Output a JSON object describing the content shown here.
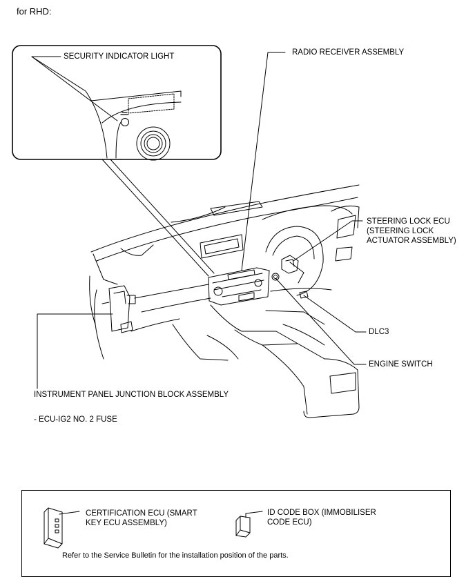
{
  "heading": "for RHD:",
  "callouts": {
    "security_indicator": "SECURITY INDICATOR LIGHT",
    "radio_receiver": "RADIO RECEIVER ASSEMBLY",
    "steering_lock": "STEERING LOCK ECU\n(STEERING LOCK\nACTUATOR ASSEMBLY)",
    "dlc3": "DLC3",
    "engine_switch": "ENGINE SWITCH",
    "junction_block": "INSTRUMENT PANEL JUNCTION BLOCK ASSEMBLY",
    "fuse": "- ECU-IG2 NO. 2 FUSE"
  },
  "legend": {
    "certification_ecu": "CERTIFICATION ECU (SMART\nKEY ECU ASSEMBLY)",
    "id_code_box": "ID CODE BOX (IMMOBILISER\nCODE ECU)",
    "note": "Refer to the Service Bulletin for the installation position of the parts."
  }
}
